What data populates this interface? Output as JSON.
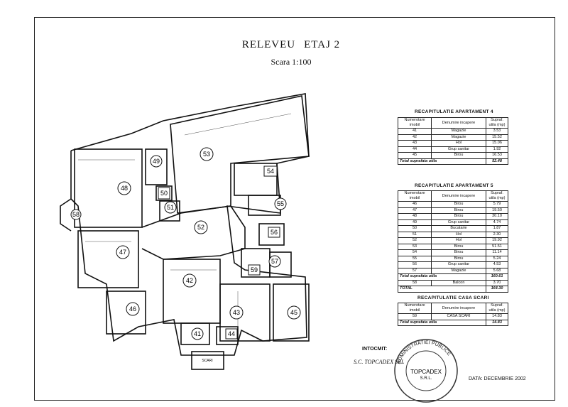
{
  "header": {
    "title_a": "RELEVEU",
    "title_b": "ETAJ 2",
    "scale": "Scara 1:100"
  },
  "rooms": [
    {
      "n": "48"
    },
    {
      "n": "49"
    },
    {
      "n": "50"
    },
    {
      "n": "51"
    },
    {
      "n": "53"
    },
    {
      "n": "54"
    },
    {
      "n": "55"
    },
    {
      "n": "52"
    },
    {
      "n": "56"
    },
    {
      "n": "47"
    },
    {
      "n": "58"
    },
    {
      "n": "42"
    },
    {
      "n": "59"
    },
    {
      "n": "57"
    },
    {
      "n": "46"
    },
    {
      "n": "43"
    },
    {
      "n": "45"
    },
    {
      "n": "41"
    },
    {
      "n": "44"
    }
  ],
  "stairs_label": "SCARI",
  "table_headers": {
    "nr": "Numerotare imobil",
    "den": "Denumire incapere",
    "sup": "Supraf. utila (mp)"
  },
  "ap4": {
    "caption": "RECAPITULATIE APARTAMENT 4",
    "rows": [
      {
        "nr": "41",
        "den": "Magazie",
        "sup": "3.53"
      },
      {
        "nr": "42",
        "den": "Magazie",
        "sup": "15.52"
      },
      {
        "nr": "43",
        "den": "Hol",
        "sup": "15.06"
      },
      {
        "nr": "44",
        "den": "Grup sanitar",
        "sup": "1.92"
      },
      {
        "nr": "45",
        "den": "Birou",
        "sup": "16.53"
      }
    ],
    "total_label": "Total suprafata utila",
    "total": "52.48"
  },
  "ap5": {
    "caption": "RECAPITULATIE APARTAMENT 5",
    "rows": [
      {
        "nr": "46",
        "den": "Birou",
        "sup": "5.79"
      },
      {
        "nr": "47",
        "den": "Birou",
        "sup": "19.50"
      },
      {
        "nr": "48",
        "den": "Birou",
        "sup": "30.10"
      },
      {
        "nr": "49",
        "den": "Grup sanitar",
        "sup": "4.74"
      },
      {
        "nr": "50",
        "den": "Bucatarie",
        "sup": "1.87"
      },
      {
        "nr": "51",
        "den": "Hol",
        "sup": "2.30"
      },
      {
        "nr": "52",
        "den": "Hol",
        "sup": "19.92"
      },
      {
        "nr": "53",
        "den": "Birou",
        "sup": "51.51"
      },
      {
        "nr": "54",
        "den": "Birou",
        "sup": "11.14"
      },
      {
        "nr": "55",
        "den": "Birou",
        "sup": "5.24"
      },
      {
        "nr": "56",
        "den": "Grup sanitar",
        "sup": "4.53"
      },
      {
        "nr": "57",
        "den": "Magazie",
        "sup": "5.68"
      }
    ],
    "total_label": "Total suprafata utila",
    "total": "160.61",
    "balcon": {
      "nr": "58",
      "den": "Balcon",
      "sup": "3.70"
    },
    "grand_label": "TOTAL",
    "grand": "164.30"
  },
  "casa": {
    "caption": "RECAPITULATIE CASA SCARI",
    "rows": [
      {
        "nr": "59",
        "den": "CASA SCARI",
        "sup": "14.83"
      }
    ],
    "total_label": "Total suprafata utila",
    "total": "14.83"
  },
  "footer": {
    "intocmit": "INTOCMIT:",
    "company": "S.C. TOPCADEX SRL",
    "date": "DATA: DECEMBRIE 2002"
  },
  "stamp": {
    "top": "ADMINISTRATIEI PUBLICE",
    "inner": "TOPCADEX",
    "sub": "S.R.L."
  }
}
